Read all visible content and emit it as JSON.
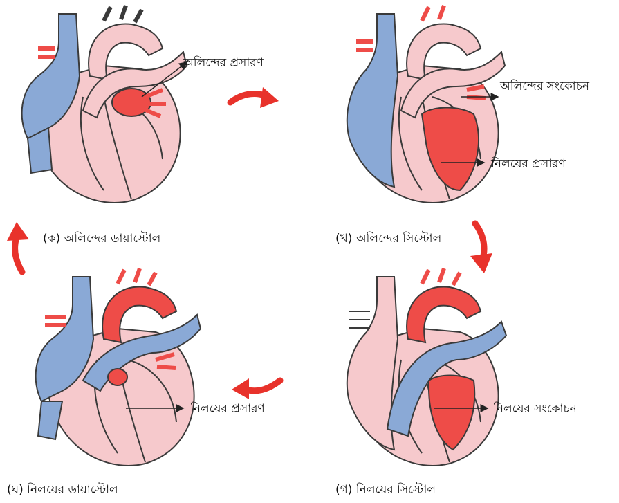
{
  "colors": {
    "oxygenated": "#ee4c48",
    "deoxygenated": "#8aa9d6",
    "tissue": "#f6c9cc",
    "outline": "#3a3a3a",
    "cycle_arrow": "#e8322b"
  },
  "panels": {
    "ka": {
      "caption": "(ক) অলিন্দের ডায়াস্টোল",
      "labels": [
        "অলিন্দের প্রসারণ"
      ]
    },
    "kha": {
      "caption": "(খ) অলিন্দের সিস্টোল",
      "labels": [
        "অলিন্দের সংকোচন",
        "নিলয়ের প্রসারণ"
      ]
    },
    "ga": {
      "caption": "(গ) নিলয়ের সিস্টোল",
      "labels": [
        "নিলয়ের সংকোচন"
      ]
    },
    "gha": {
      "caption": "(ঘ) নিলয়ের ডায়াস্টোল",
      "labels": [
        "নিলয়ের প্রসারণ"
      ]
    }
  },
  "icons": {
    "cycle_arrow": "curved-arrow-icon"
  }
}
